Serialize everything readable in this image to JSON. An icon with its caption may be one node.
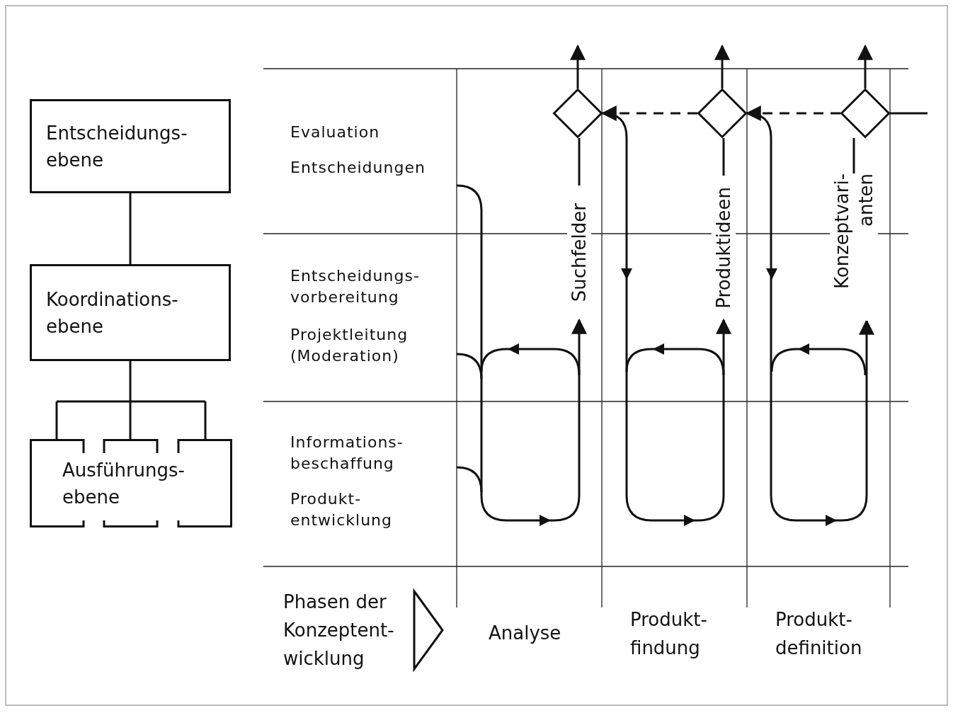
{
  "diagram": {
    "nodes": [
      {
        "text": [
          "Entscheidungs- ebene"
        ]
      },
      {
        "text": [
          "Koordinations- ebene"
        ]
      },
      {
        "text": [
          "Ausführungs- ebene"
        ]
      },
      {
        "text": [],
        "shape": "diamond"
      },
      {
        "text": [],
        "shape": "diamond"
      },
      {
        "text": [],
        "shape": "diamond"
      },
      {
        "text": [
          "Suchfelder"
        ]
      },
      {
        "text": [
          "Produktideen"
        ]
      },
      {
        "text": [
          "Konzeptvari- anten"
        ]
      }
    ],
    "edges": [
      {
        "from": 0,
        "to": 1,
        "arrow": "none"
      },
      {
        "from": 1,
        "to": 2,
        "arrow": "none"
      },
      {
        "from": 3,
        "to": null,
        "arrow": "to"
      },
      {
        "from": 4,
        "to": null,
        "arrow": "to"
      },
      {
        "from": 5,
        "to": null,
        "arrow": "to"
      },
      {
        "from": 5,
        "to": null,
        "arrow": "none"
      },
      {
        "from": 6,
        "to": 3,
        "arrow": "none"
      },
      {
        "from": 7,
        "to": 4,
        "arrow": "none"
      },
      {
        "from": 8,
        "to": 5,
        "arrow": "none"
      },
      {
        "from": 4,
        "to": 3,
        "arrow": "to",
        "style": "dashed"
      },
      {
        "from": 5,
        "to": 4,
        "arrow": "to",
        "style": "dashed"
      },
      {
        "from": null,
        "to": 6,
        "arrow": "to"
      },
      {
        "from": 3,
        "to": 7,
        "arrow": "to"
      },
      {
        "from": 4,
        "to": 8,
        "arrow": "to"
      }
    ],
    "labels": [
      "Evaluation",
      "Entscheidungen",
      "Entscheidungs- vorbereitung",
      "Projektleitung (Moderation)",
      "Informations- beschaffung",
      "Produkt- entwicklung",
      "Phasen der Konzeptent- wicklung",
      "Analyse",
      "Produkt- findung",
      "Produkt- definition"
    ]
  }
}
